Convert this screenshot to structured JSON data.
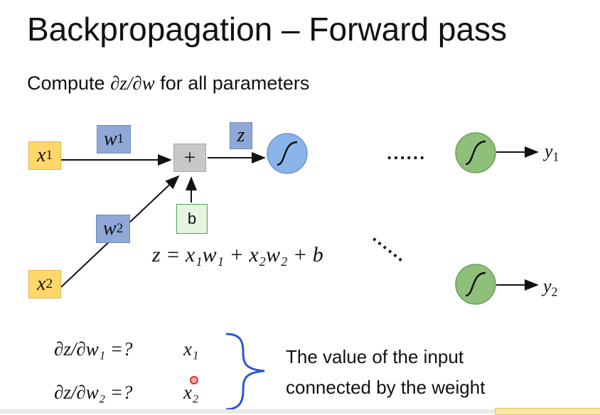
{
  "slide": {
    "title": "Backpropagation – Forward pass",
    "subtitle_prefix": "Compute ",
    "subtitle_math": "∂z/∂w",
    "subtitle_suffix": " for all parameters"
  },
  "diagram": {
    "x1_main": "x",
    "x1_sub": "1",
    "x2_main": "x",
    "x2_sub": "2",
    "w1_main": "w",
    "w1_sub": "1",
    "w2_main": "w",
    "w2_sub": "2",
    "z_label": "z",
    "plus_label": "+",
    "b_label": "b",
    "dots_h": "......",
    "dots_d": "......",
    "y1_main": "y",
    "y1_sub": "1",
    "y2_main": "y",
    "y2_sub": "2",
    "equation": "z = x₁w₁ + x₂w₂ + b"
  },
  "derivatives": {
    "d1_lhs": "∂z/∂w₁ =?",
    "d1_rhs": "x₁",
    "d2_lhs": "∂z/∂w₂ =?",
    "d2_rhs": "x₂",
    "note_line1": "The value of the input",
    "note_line2": "connected by the weight"
  },
  "colors": {
    "x_box": "#ffd76b",
    "w_box": "#8fa8d8",
    "b_box": "#e6f4e0",
    "sigmoid_blue": "#8ab4e8",
    "sigmoid_green": "#8fc07a",
    "brace": "#2a55d0",
    "pointer": "#d9302a"
  }
}
